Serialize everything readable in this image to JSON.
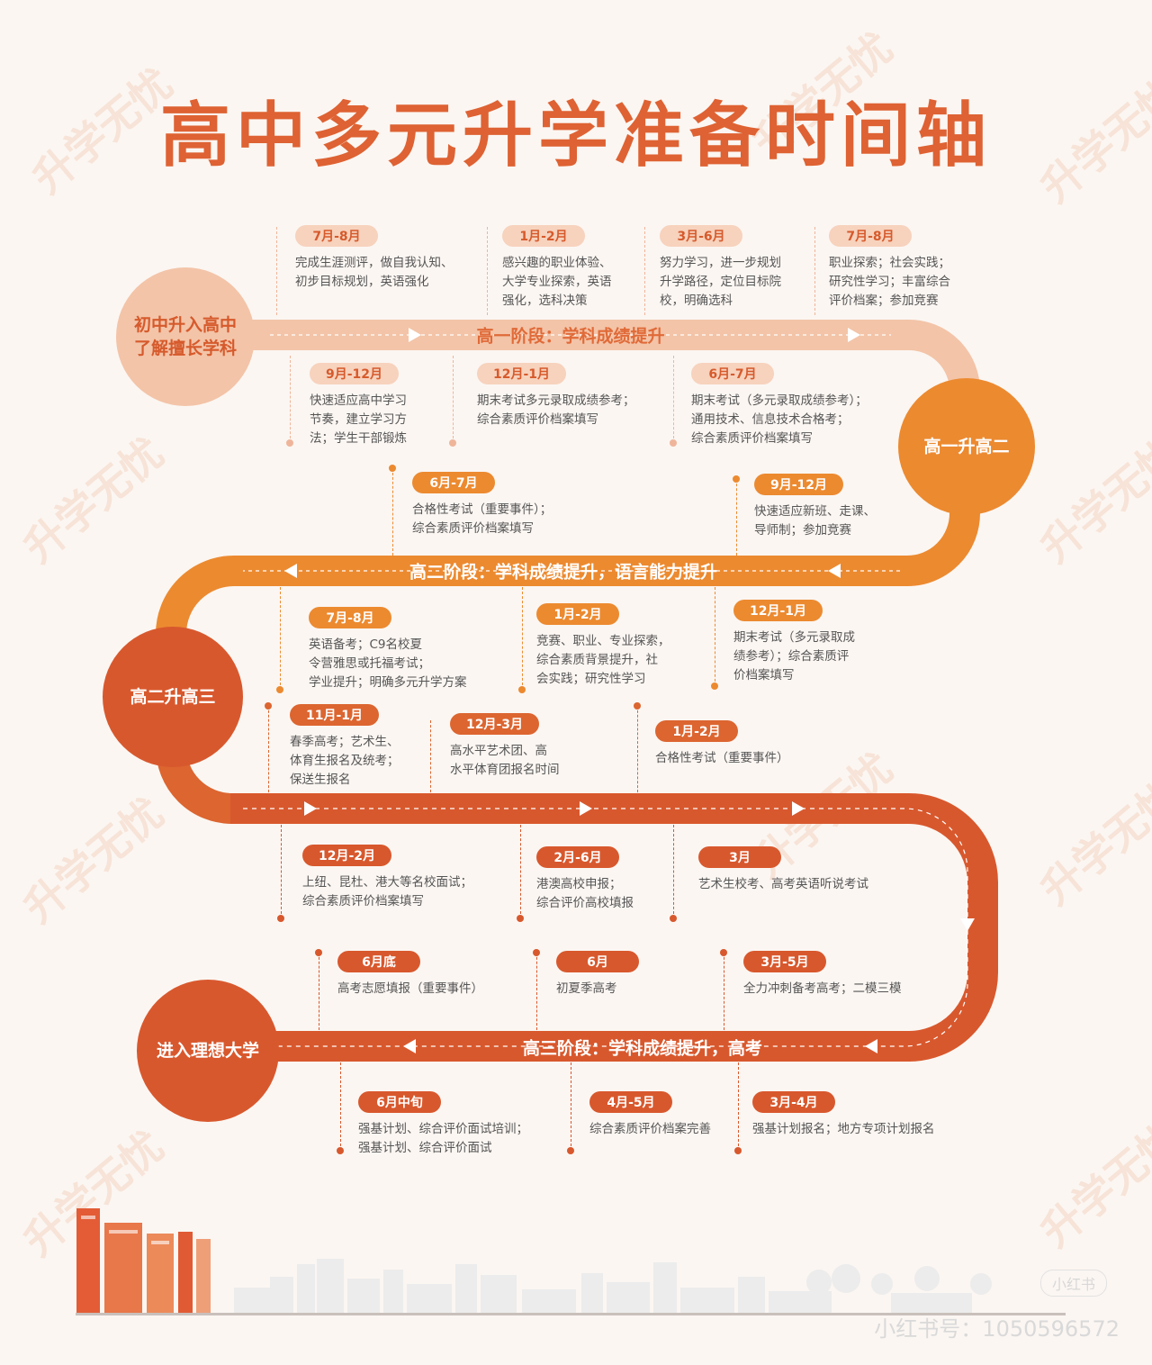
{
  "title": "高中多元升学准备时间轴",
  "watermark": "升学无忧",
  "footer": {
    "logo": "小红书",
    "handle": "小红书号：1050596572"
  },
  "colors": {
    "title": "#de6233",
    "stage1": "#f3c4a8",
    "stage2": "#ec8a30",
    "stage3": "#d8582d"
  },
  "nodes": [
    {
      "id": "start",
      "label": "初中升入高中\n了解擅长学科"
    },
    {
      "id": "g1g2",
      "label": "高一升高二"
    },
    {
      "id": "g2g3",
      "label": "高二升高三"
    },
    {
      "id": "end",
      "label": "进入理想大学"
    }
  ],
  "stages": [
    {
      "label": "高一阶段：学科成绩提升"
    },
    {
      "label": "高二阶段：学科成绩提升，语言能力提升"
    },
    {
      "label": "高三阶段：学科成绩提升，高考"
    }
  ],
  "events": [
    {
      "date": "7月-8月",
      "desc": "完成生涯测评，做自我认知、\n初步目标规划，英语强化"
    },
    {
      "date": "1月-2月",
      "desc": "感兴趣的职业体验、\n大学专业探索，英语\n强化，选科决策"
    },
    {
      "date": "3月-6月",
      "desc": "努力学习，进一步规划\n升学路径，定位目标院\n校，明确选科"
    },
    {
      "date": "7月-8月",
      "desc": "职业探索；社会实践；\n研究性学习；丰富综合\n评价档案；参加竞赛"
    },
    {
      "date": "9月-12月",
      "desc": "快速适应高中学习\n节奏，建立学习方\n法；学生干部锻炼"
    },
    {
      "date": "12月-1月",
      "desc": "期末考试多元录取成绩参考；\n综合素质评价档案填写"
    },
    {
      "date": "6月-7月",
      "desc": "期末考试（多元录取成绩参考）；\n通用技术、信息技术合格考；\n综合素质评价档案填写"
    },
    {
      "date": "6月-7月",
      "desc": "合格性考试（重要事件）；\n综合素质评价档案填写"
    },
    {
      "date": "9月-12月",
      "desc": "快速适应新班、走课、\n导师制；参加竞赛"
    },
    {
      "date": "7月-8月",
      "desc": "英语备考；C9名校夏\n令营雅思或托福考试；\n学业提升；明确多元升学方案"
    },
    {
      "date": "1月-2月",
      "desc": "竞赛、职业、专业探索，\n综合素质背景提升，社\n会实践；研究性学习"
    },
    {
      "date": "12月-1月",
      "desc": "期末考试（多元录取成\n绩参考）；综合素质评\n价档案填写"
    },
    {
      "date": "11月-1月",
      "desc": "春季高考；艺术生、\n体育生报名及统考；\n保送生报名"
    },
    {
      "date": "12月-3月",
      "desc": "高水平艺术团、高\n水平体育团报名时间"
    },
    {
      "date": "1月-2月",
      "desc": "合格性考试（重要事件）"
    },
    {
      "date": "12月-2月",
      "desc": "上纽、昆杜、港大等名校面试；\n综合素质评价档案填写"
    },
    {
      "date": "2月-6月",
      "desc": "港澳高校申报；\n综合评价高校填报"
    },
    {
      "date": "3月",
      "desc": "艺术生校考、高考英语听说考试"
    },
    {
      "date": "6月底",
      "desc": "高考志愿填报（重要事件）"
    },
    {
      "date": "6月",
      "desc": "初夏季高考"
    },
    {
      "date": "3月-5月",
      "desc": "全力冲刺备考高考；二模三模"
    },
    {
      "date": "6月中旬",
      "desc": "强基计划、综合评价面试培训；\n强基计划、综合评价面试"
    },
    {
      "date": "4月-5月",
      "desc": "综合素质评价档案完善"
    },
    {
      "date": "3月-4月",
      "desc": "强基计划报名；地方专项计划报名"
    }
  ]
}
